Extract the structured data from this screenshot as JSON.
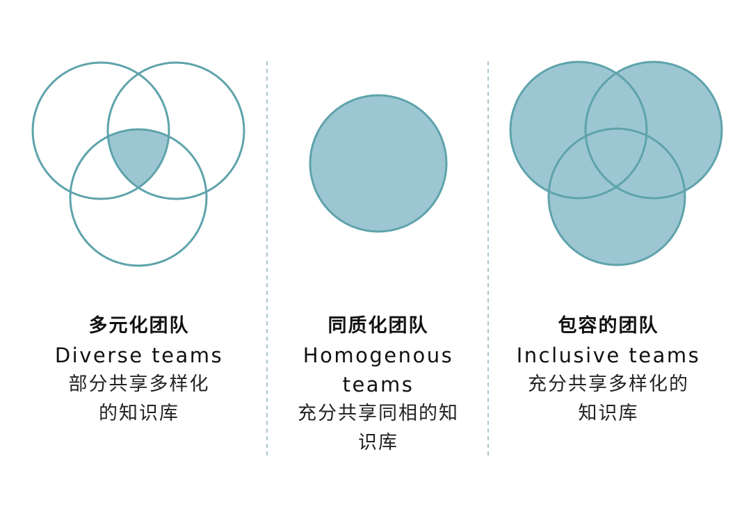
{
  "colors": {
    "stroke": "#5ea3ab",
    "fill": "#9cc6d2",
    "divider": "#7aa8b8"
  },
  "columns": [
    {
      "title": "多元化团队",
      "english": "Diverse teams",
      "description": "部分共享多样化的知识库"
    },
    {
      "title": "同质化团队",
      "english": "Homogenous teams",
      "description": "充分共享同相的知识库"
    },
    {
      "title": "包容的团队",
      "english": "Inclusive teams",
      "description": "充分共享多样化的知识库"
    }
  ]
}
